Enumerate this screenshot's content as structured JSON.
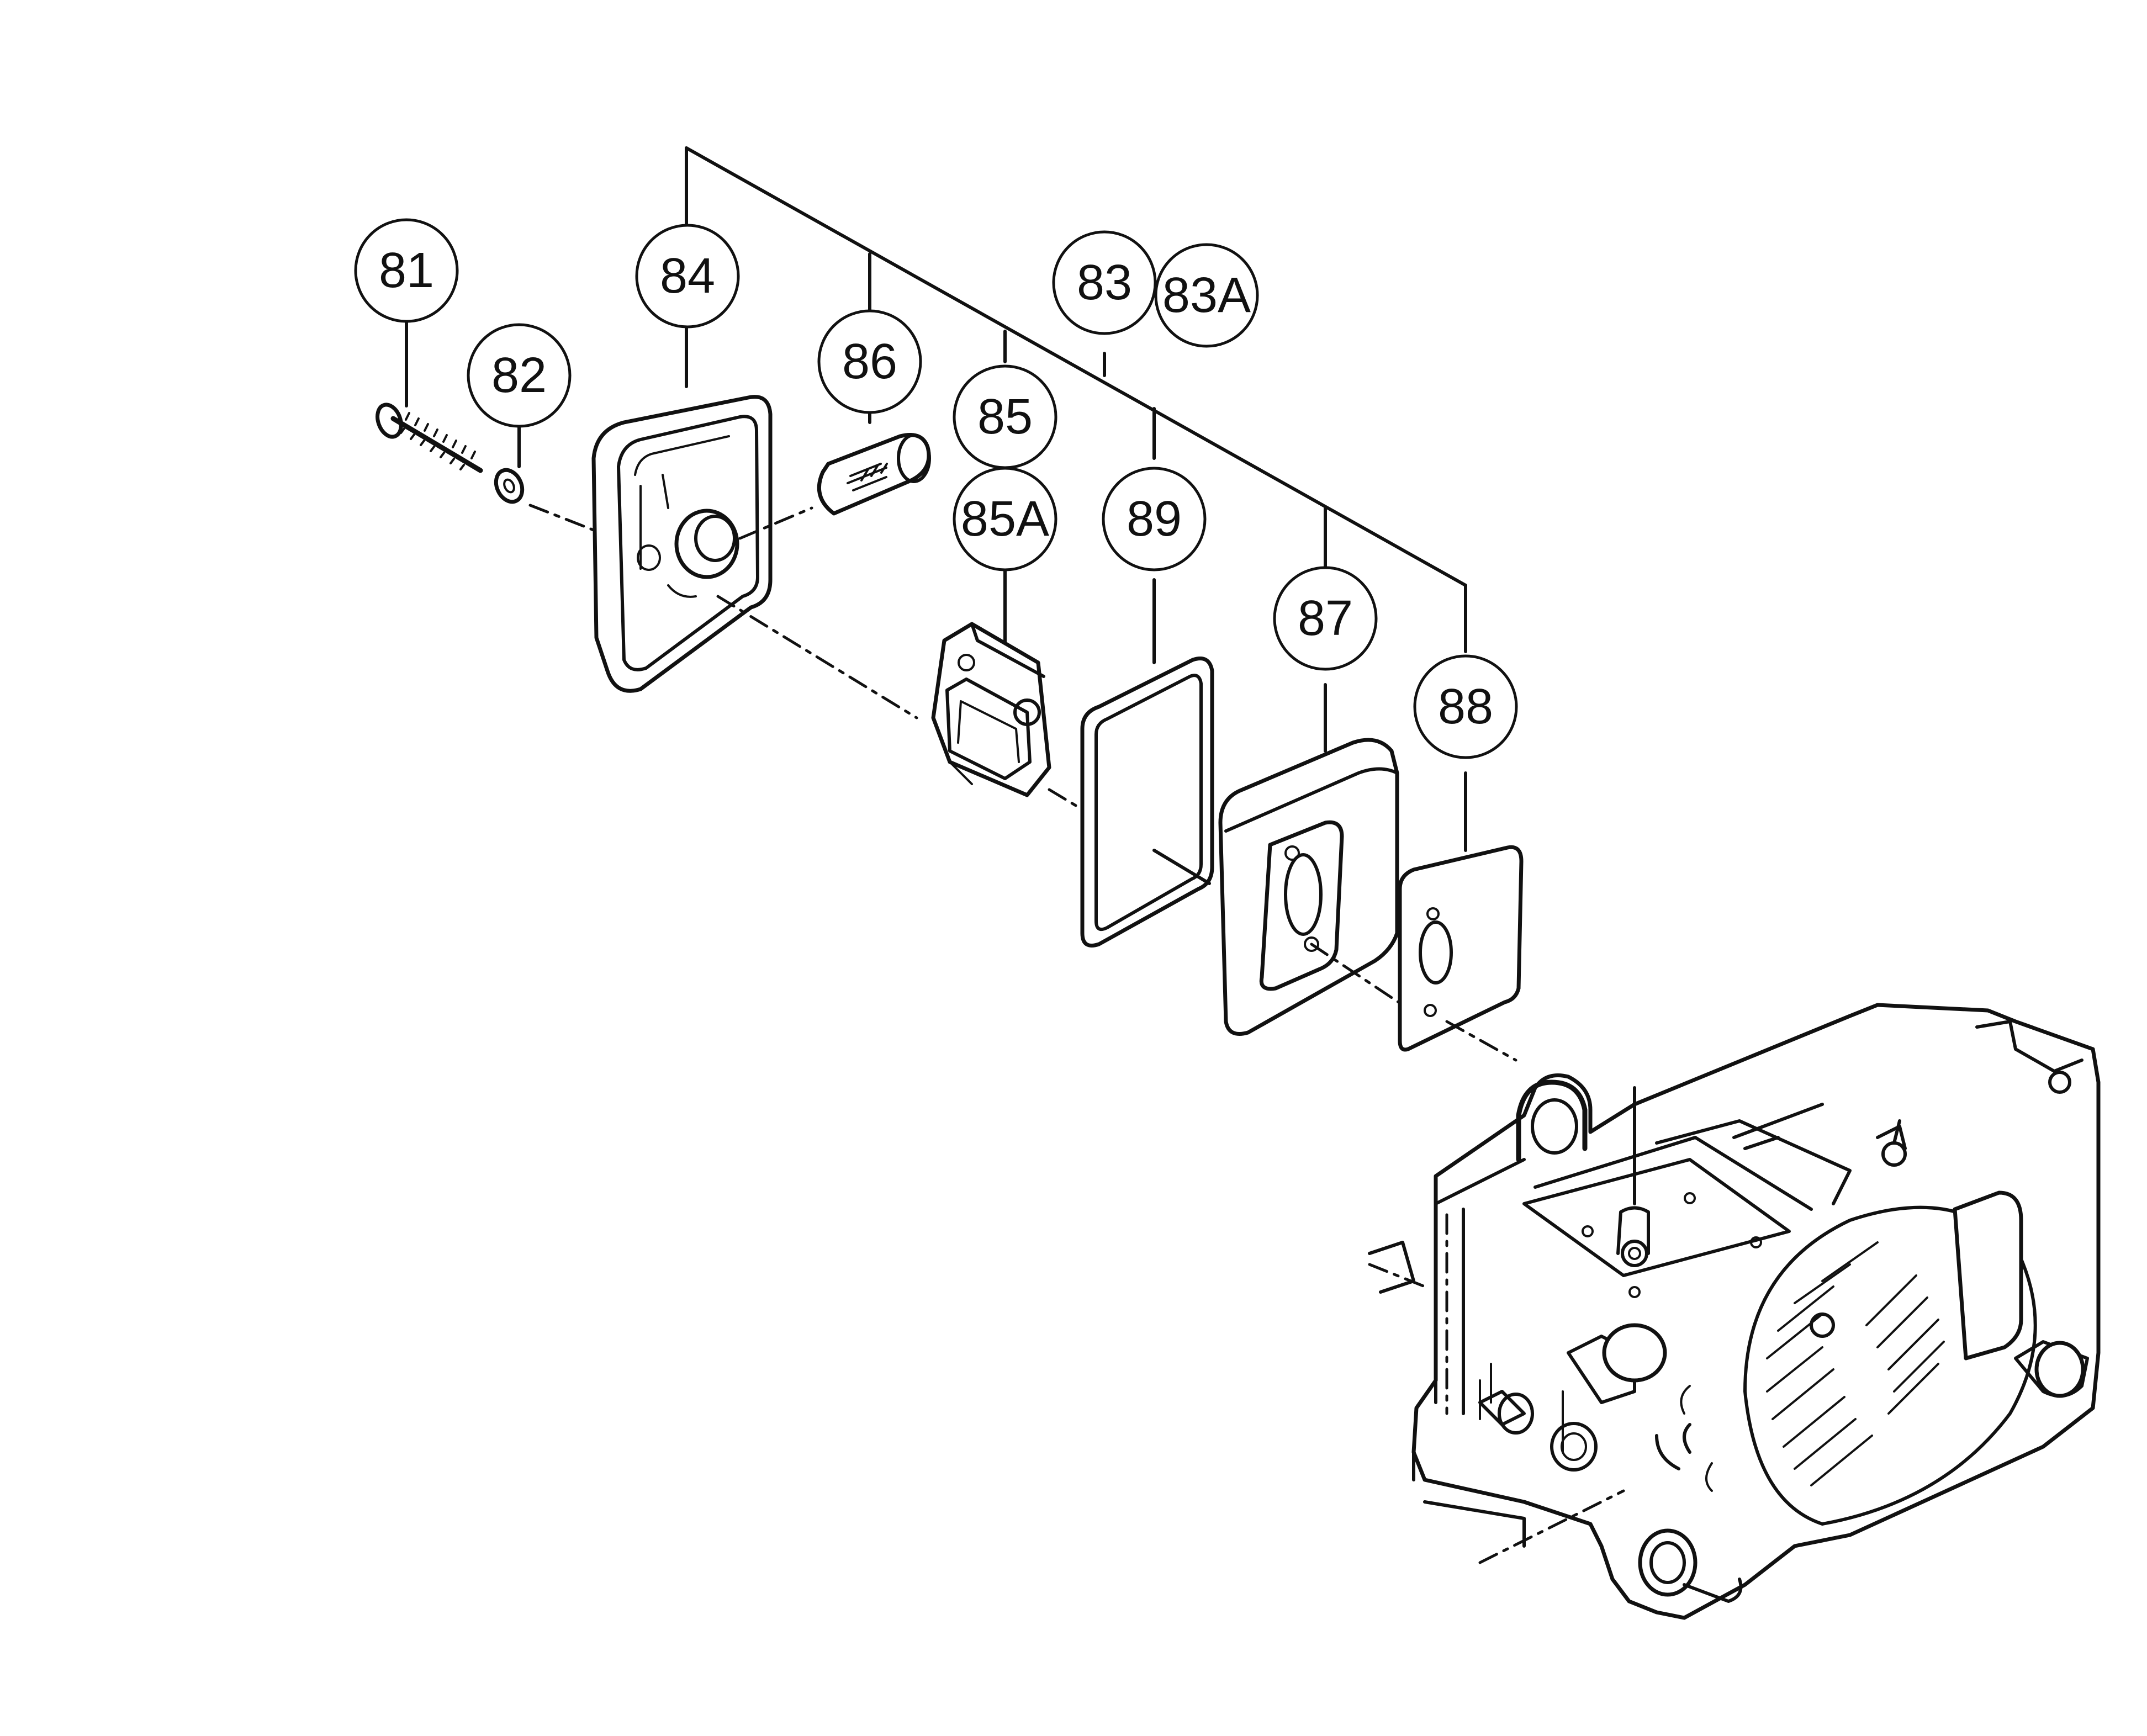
{
  "callouts": {
    "c81": "81",
    "c82": "82",
    "c83": "83",
    "c83A": "83A",
    "c84": "84",
    "c85": "85",
    "c85A": "85A",
    "c86": "86",
    "c87": "87",
    "c88": "88",
    "c89": "89"
  }
}
